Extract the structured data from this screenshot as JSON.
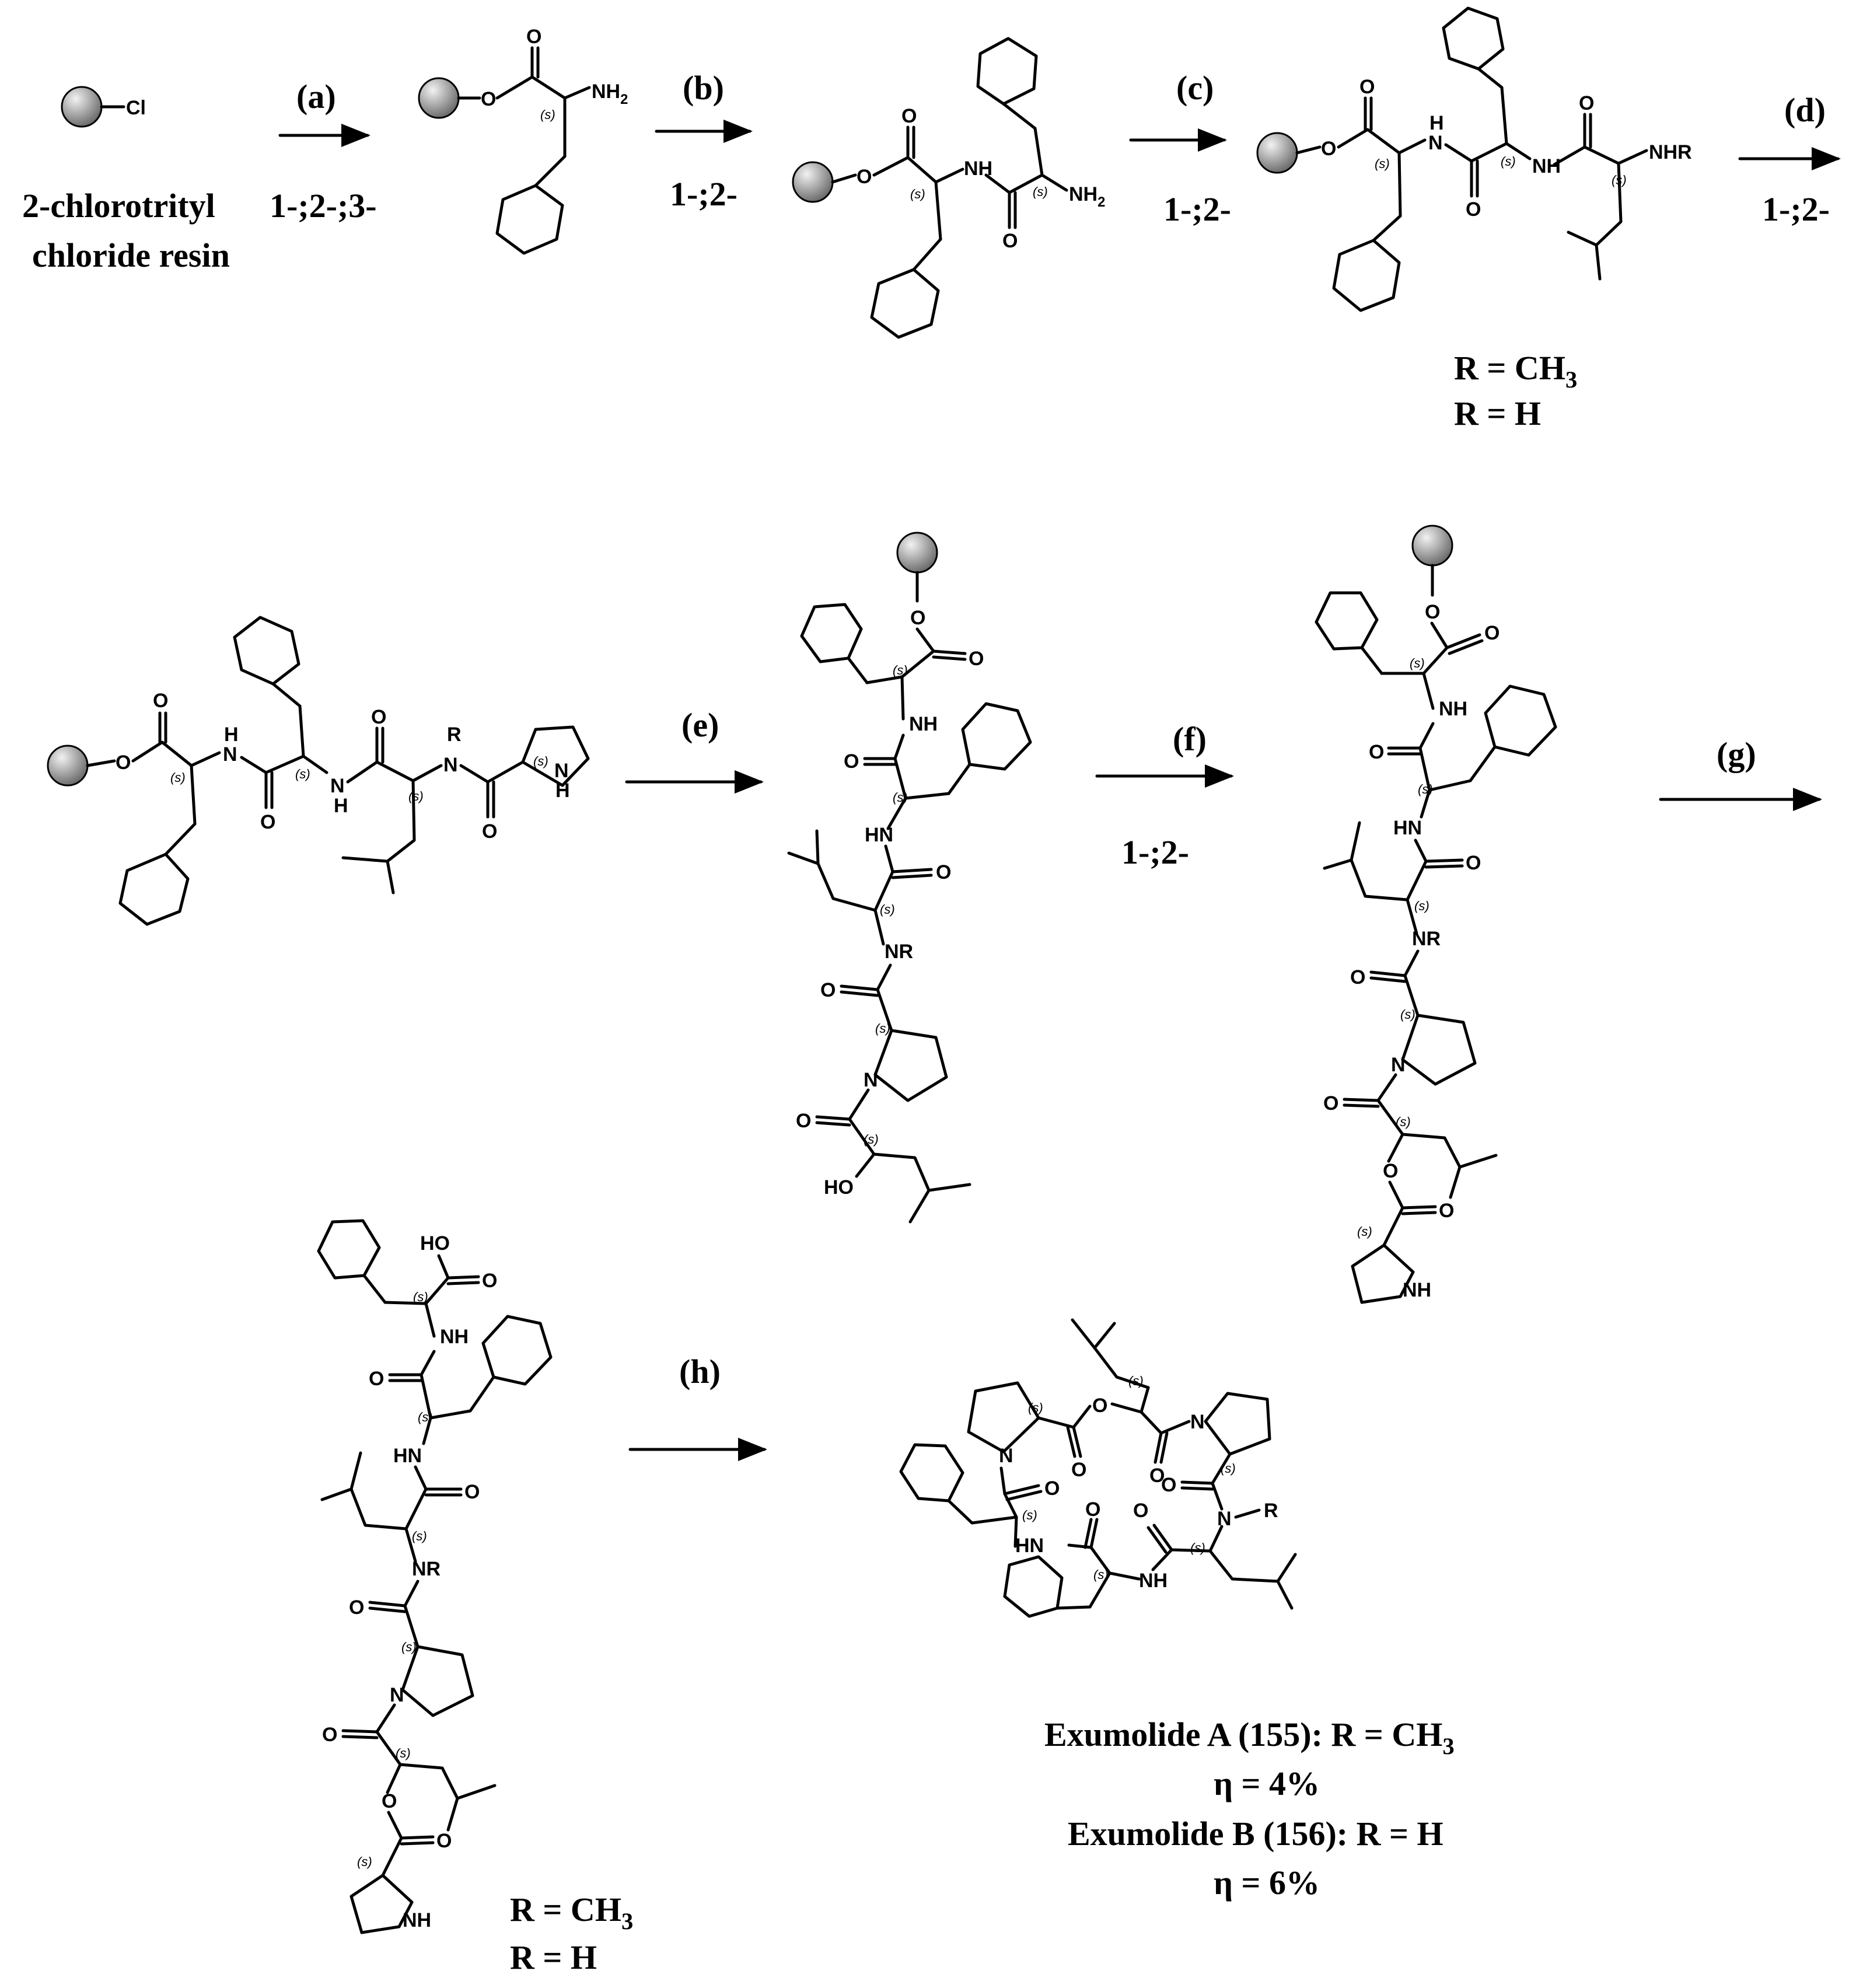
{
  "labels": {
    "resin_line1": "2-chlorotrityl",
    "resin_line2": "chloride resin",
    "cl": "Cl",
    "step_a": "(a)",
    "step_b": "(b)",
    "step_c": "(c)",
    "step_d": "(d)",
    "step_e": "(e)",
    "step_f": "(f)",
    "step_g": "(g)",
    "step_h": "(h)",
    "cond_a": "1-;2-;3-",
    "cond_b": "1-;2-",
    "cond_c": "1-;2-",
    "cond_d": "1-;2-",
    "cond_f": "1-;2-",
    "r_ch3": "R = CH",
    "sub3": "3",
    "r_h": "R = H",
    "exumolide_a": "Exumolide A (155): R = CH",
    "yield_a": "η = 4%",
    "exumolide_b": "Exumolide B (156): R = H",
    "yield_b": "η = 6%"
  },
  "atoms": {
    "o": "O",
    "nh2": "NH",
    "two": "2",
    "h": "H",
    "n": "N",
    "nh": "NH",
    "hn": "HN",
    "nr": "NR",
    "nhr": "NHR",
    "r": "R",
    "ho": "HO",
    "s": "(s)"
  },
  "colors": {
    "bead_light": "#f2f2f2",
    "bead_dark": "#6e6e6e",
    "ink": "#000000"
  }
}
